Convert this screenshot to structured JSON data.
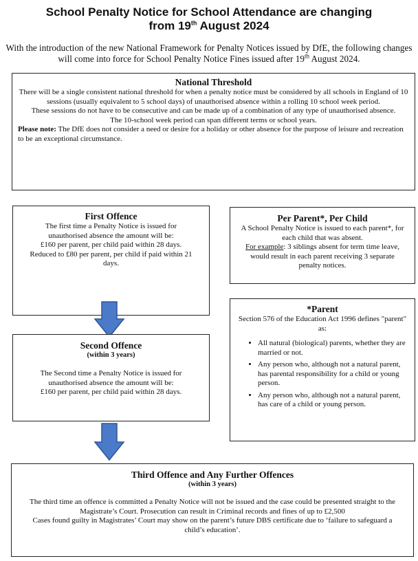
{
  "header": {
    "title_line1": "School Penalty Notice for School Attendance are changing",
    "title_line2_prefix": "from 19",
    "title_line2_sup": "th",
    "title_line2_suffix": " August 2024",
    "intro_part1": "With the introduction of the new National Framework for Penalty Notices issued by DfE, the following changes will come into force for School Penalty Notice Fines issued after 19",
    "intro_sup": "th",
    "intro_part2": " August 2024."
  },
  "national_threshold": {
    "heading": "National Threshold",
    "line1": "There will  be a single consistent national threshold for when a penalty notice must be considered by all schools in England of 10 sessions (usually equivalent to 5 school days) of unauthorised absence within a rolling 10 school week period.",
    "line2": "These sessions do not have to be consecutive and can be made up of a combination of any type of unauthorised absence.",
    "line3": "The 10-school week period  can span different terms or school years.",
    "note_label": "Please note:",
    "note_text": " The DfE does not consider a need or desire for a holiday or other absence for the purpose of leisure and recreation to be an exceptional circumstance."
  },
  "first_offence": {
    "heading": "First Offence",
    "body1": "The first time a Penalty Notice is issued for unauthorised absence the amount will be:",
    "body2": "£160 per parent, per child paid within 28 days.",
    "body3": "Reduced to £80 per parent, per child if paid within 21 days."
  },
  "second_offence": {
    "heading": "Second Offence",
    "subheading": "(within 3 years)",
    "body1": "The Second time a Penalty Notice is issued for unauthorised absence the amount will be:",
    "body2": "£160 per parent, per child paid within 28 days."
  },
  "per_parent": {
    "heading": "Per Parent*, Per Child",
    "body1": "A School Penalty Notice is issued to each parent*, for each child that was absent.",
    "example_label": "For example",
    "example_text": ": 3 siblings absent for term time leave, would result in each parent receiving 3 separate penalty notices."
  },
  "parent_def": {
    "heading": "*Parent",
    "intro": "Section 576 of the Education Act 1996 defines \"parent\" as:",
    "bullets": [
      "All natural (biological) parents, whether they are married or not.",
      "Any person who, although not a natural parent, has parental responsibility for a child or young person.",
      "Any person who, although not a natural parent, has care of a child or young person."
    ]
  },
  "third_offence": {
    "heading": "Third Offence and Any Further Offences",
    "subheading": "(within 3 years)",
    "body1": "The third time an offence is committed a Penalty Notice will not be issued and the case could be presented straight to the Magistrate’s Court. Prosecution can result in Criminal records and fines of up to £2,500",
    "body2": "Cases found guilty  in Magistrates’ Court may show on the parent’s future DBS certificate due to ‘failure to safeguard a child’s education’."
  },
  "colors": {
    "arrow_fill": "#4a7ac8",
    "arrow_stroke": "#2f5597"
  },
  "icons": [
    "down-arrow-icon",
    "down-arrow-icon"
  ]
}
